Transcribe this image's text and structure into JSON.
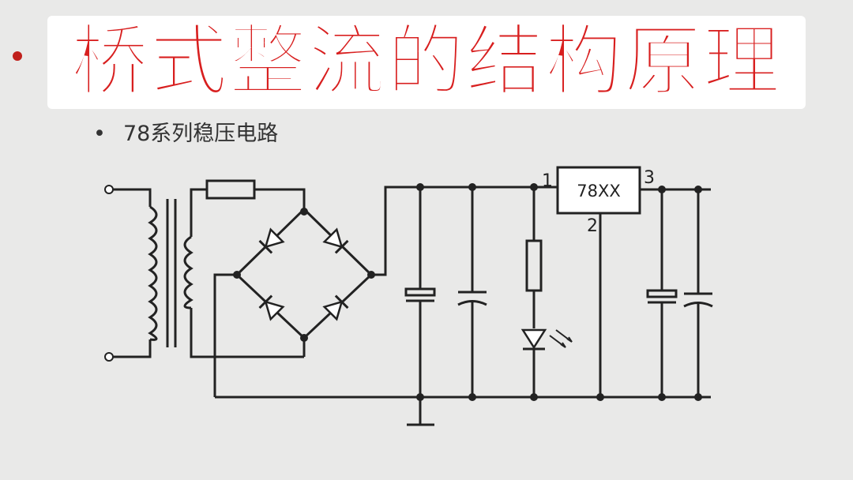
{
  "title": "桥式整流的结构原理",
  "subtitle": "78系列稳压电路",
  "subtitle_bullet": "•",
  "regulator": {
    "name": "78XX",
    "pin_in": "1",
    "pin_gnd": "2",
    "pin_out": "3"
  },
  "colors": {
    "title": "#d81f1f",
    "background": "#e9e9e8",
    "wire": "#222222"
  }
}
